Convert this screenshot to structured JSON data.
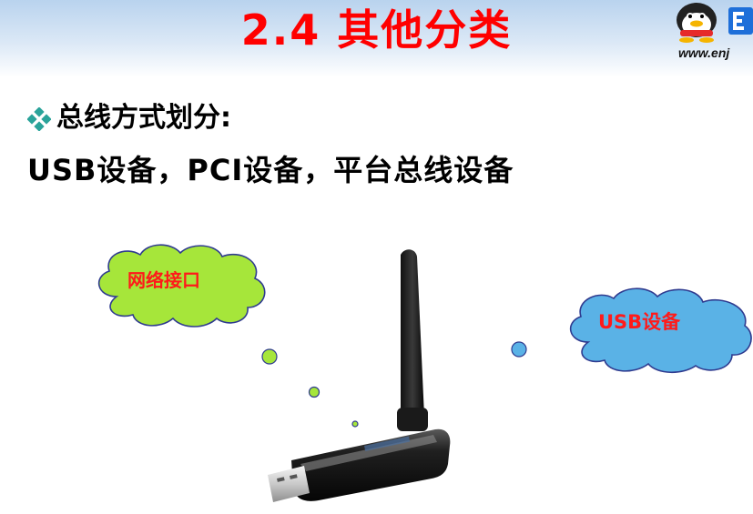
{
  "slide": {
    "title": "2.4 其他分类",
    "logo_url_text": "www.enj"
  },
  "content": {
    "bullet_heading": "总线方式划分:",
    "device_types": "USB设备，PCI设备，平台总线设备"
  },
  "diagram": {
    "cloud_left_label": "网络接口",
    "cloud_right_label": "USB设备"
  },
  "colors": {
    "title_red": "#ff0000",
    "cloud_green": "#a6e63a",
    "cloud_blue": "#5ab2e6",
    "bullet_teal": "#2aa39a"
  }
}
